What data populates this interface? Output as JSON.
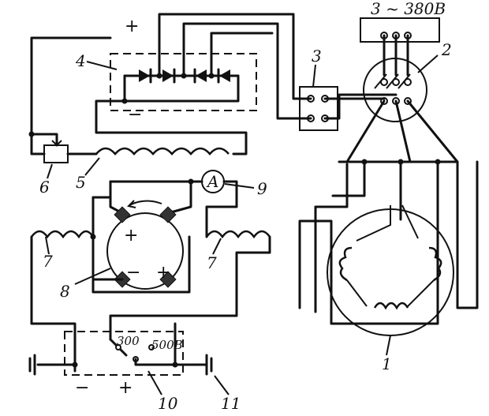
{
  "supply": "3 ~ 380В",
  "taps": {
    "low": "300",
    "high": "500В"
  },
  "ammeter": "A",
  "signs": {
    "rectifier_plus": "+",
    "rectifier_minus": "−",
    "commutator_plus_top": "+",
    "commutator_minus": "−",
    "commutator_plus_right": "+",
    "output_minus": "−",
    "output_plus": "+"
  },
  "numbers": [
    "1",
    "2",
    "3",
    "4",
    "5",
    "6",
    "7",
    "7",
    "8",
    "9",
    "10",
    "11"
  ]
}
